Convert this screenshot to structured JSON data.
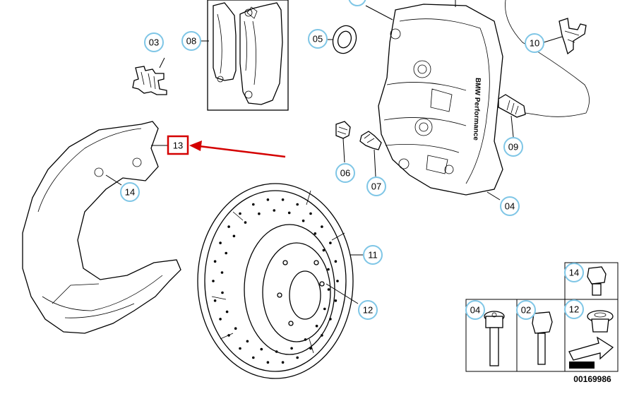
{
  "diagram": {
    "callouts": {
      "c03": "03",
      "c08": "08",
      "c05": "05",
      "c10": "10",
      "c13": "13",
      "c14": "14",
      "c06": "06",
      "c07": "07",
      "c09": "09",
      "c04": "04",
      "c11": "11",
      "c12": "12"
    },
    "caliper_branding": "BMW Performance",
    "legend": {
      "c14": "14",
      "c04": "04",
      "c02": "02",
      "c12": "12"
    },
    "reference_code": "00169986",
    "colors": {
      "callout_ring": "#7fc6e6",
      "highlight": "#d40000",
      "line": "#000000"
    }
  }
}
